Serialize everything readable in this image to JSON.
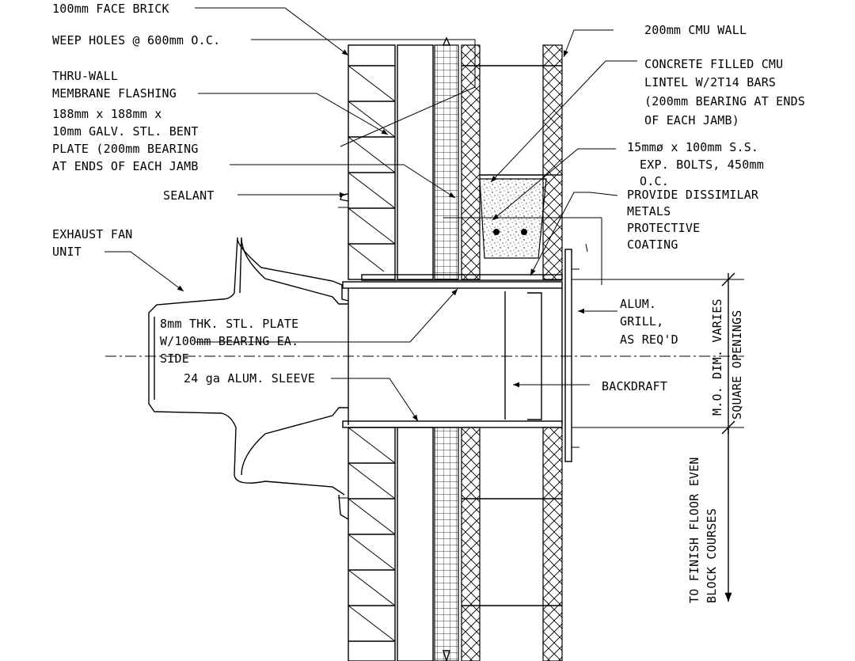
{
  "labels": {
    "face_brick": "100mm FACE BRICK",
    "weep_holes": "WEEP HOLES @ 600mm O.C.",
    "flashing_1": "THRU-WALL",
    "flashing_2": "MEMBRANE FLASHING",
    "bent_plate_1": "188mm x 188mm x",
    "bent_plate_2": "10mm GALV. STL. BENT",
    "bent_plate_3": "PLATE (200mm BEARING",
    "bent_plate_4": "AT ENDS OF EACH JAMB",
    "sealant": "SEALANT",
    "fan_1": "EXHAUST FAN",
    "fan_2": "UNIT",
    "steel_plate_1": "8mm THK. STL. PLATE",
    "steel_plate_2": "W/100mm BEARING EA.",
    "steel_plate_3": "SIDE",
    "sleeve": "24 ga ALUM. SLEEVE",
    "cmu_wall": "200mm CMU WALL",
    "lintel_1": "CONCRETE FILLED CMU",
    "lintel_2": "LINTEL W/2T14 BARS",
    "lintel_3": "(200mm BEARING AT ENDS",
    "lintel_4": "OF EACH JAMB)",
    "bolts_1": "15mmø x 100mm S.S.",
    "bolts_2": "EXP. BOLTS, 450mm",
    "bolts_3": "O.C.",
    "coating_1": "PROVIDE DISSIMILAR",
    "coating_2": "METALS",
    "coating_3": "PROTECTIVE",
    "coating_4": "COATING",
    "grill_1": "ALUM.",
    "grill_2": "GRILL,",
    "grill_3": "AS REQ'D",
    "backdraft": "BACKDRAFT",
    "mo_1": "M.O. DIM. VARIES",
    "mo_2": "SQUARE OPENINGS",
    "floor_1": "TO FINISH FLOOR EVEN",
    "floor_2": "BLOCK COURSES"
  }
}
